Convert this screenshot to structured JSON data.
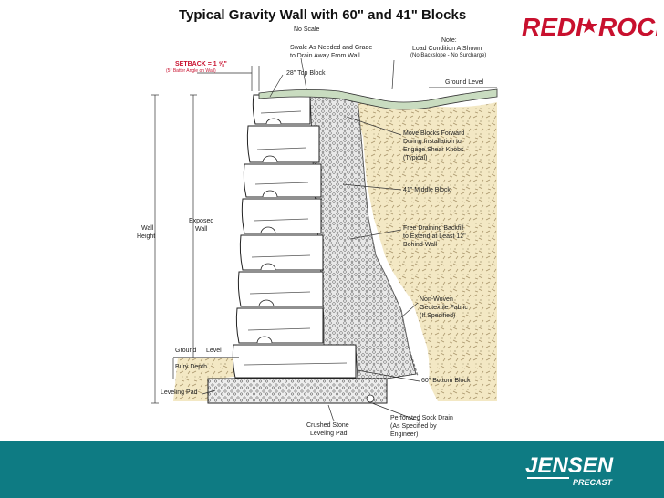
{
  "title": "Typical Gravity Wall with 60\" and 41\" Blocks",
  "no_scale": "No Scale",
  "brand": {
    "name": "REDI",
    "name2": "ROCK",
    "footer_name": "JENSEN",
    "footer_sub": "PRECAST"
  },
  "colors": {
    "footer": "#0e7b83",
    "brand_red": "#c8102e",
    "grass": "#c9dcc0",
    "soil": "#f3e8c4",
    "gravel": "#e2e2e2"
  },
  "labels": {
    "setback": "SETBACK = 1 ⅝\"",
    "setback_sub": "(5° Batter Angle on Wall)",
    "top_block": "28\" Top Block",
    "swale_1": "Swale As Needed and Grade",
    "swale_2": "to Drain Away From Wall",
    "note_1": "Note:",
    "note_2": "Load Condition A Shown",
    "note_3": "(No Backslope - No Surcharge)",
    "ground_level_right": "Ground Level",
    "move_1": "Move Blocks Forward",
    "move_2": "During Installation to",
    "move_3": "Engage Shear Knobs",
    "move_4": "(Typical)",
    "middle_block": "41\" Middle Block",
    "wall_height_1": "Wall",
    "wall_height_2": "Height",
    "exposed_1": "Exposed",
    "exposed_2": "Wall",
    "backfill_1": "Free Draining Backfill",
    "backfill_2": "to Extend at Least 12\"",
    "backfill_3": "Behind Wall",
    "fabric_1": "Non-Woven",
    "fabric_2": "Geotextile Fabric",
    "fabric_3": "(If Specified)",
    "ground_left_1": "Ground",
    "ground_left_2": "Level",
    "bury_depth": "Bury Depth",
    "bottom_block": "60\" Bottom Block",
    "leveling_pad": "Leveling Pad",
    "crushed_1": "Crushed Stone",
    "crushed_2": "Leveling Pad",
    "drain_1": "Perforated Sock Drain",
    "drain_2": "(As Specified by",
    "drain_3": "Engineer)"
  }
}
